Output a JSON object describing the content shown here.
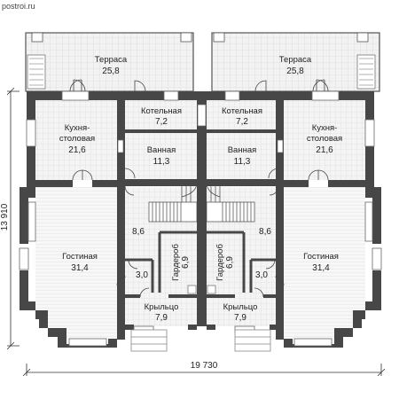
{
  "watermark": "postroi.ru",
  "dimensions": {
    "width": "19 730",
    "height": "13 910"
  },
  "rooms": {
    "terrace_left": {
      "name": "Терраса",
      "area": "25,8"
    },
    "terrace_right": {
      "name": "Терраса",
      "area": "25,8"
    },
    "boiler_left": {
      "name": "Котельная",
      "area": "7,2"
    },
    "boiler_right": {
      "name": "Котельная",
      "area": "7,2"
    },
    "kitchen_left": {
      "name1": "Кухня-",
      "name2": "столовая",
      "area": "21,6"
    },
    "kitchen_right": {
      "name1": "Кухня-",
      "name2": "столовая",
      "area": "21,6"
    },
    "bath_left": {
      "name": "Ванная",
      "area": "11,3"
    },
    "bath_right": {
      "name": "Ванная",
      "area": "11,3"
    },
    "living_left": {
      "name": "Гостиная",
      "area": "31,4"
    },
    "living_right": {
      "name": "Гостиная",
      "area": "31,4"
    },
    "hall_left": {
      "area": "8,6"
    },
    "hall_right": {
      "area": "8,6"
    },
    "wardrobe_left": {
      "name": "Гардероб",
      "area": "6,9"
    },
    "wardrobe_right": {
      "name": "Гардероб",
      "area": "6,9"
    },
    "wc_left": {
      "area": "3,0"
    },
    "wc_right": {
      "area": "3,0"
    },
    "porch_left": {
      "name": "Крыльцо",
      "area": "7,9"
    },
    "porch_right": {
      "name": "Крыльцо",
      "area": "7,9"
    }
  }
}
